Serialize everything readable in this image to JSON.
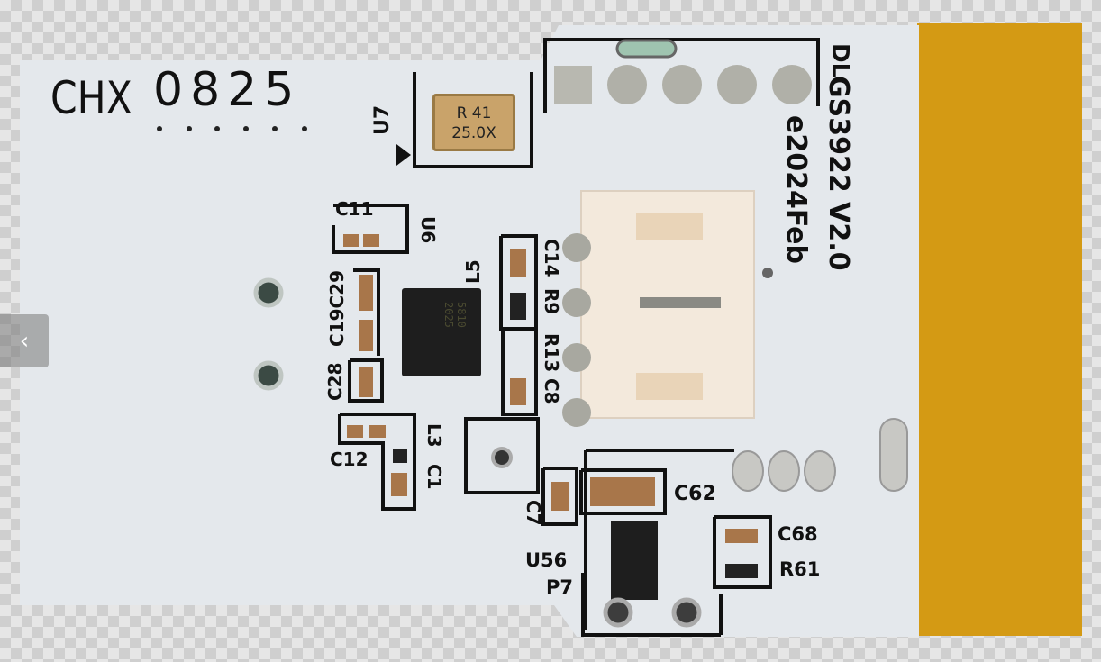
{
  "viewer": {
    "prev_icon": "chevron-left-icon",
    "prev_glyph": "‹"
  },
  "board": {
    "colors": {
      "pcb": "#e4e8ec",
      "gold": "#d49a14",
      "silk": "#111111"
    },
    "batch": "CHX",
    "serial": "0825",
    "model": "GS3922 V2.0",
    "date": "e2024Feb",
    "corner_mark": "DL",
    "crystal": {
      "line1": "R 41",
      "line2": "25.0X"
    },
    "chip_marking": "5810 2025",
    "labels": {
      "u7": "U7",
      "c11": "C11",
      "u6": "U6",
      "c19c29": "C19C29",
      "c28": "C28",
      "l5": "L5",
      "c14": "C14",
      "r9": "R9",
      "r13": "R13",
      "c8": "C8",
      "c12": "C12",
      "l3": "L3",
      "c1": "C1",
      "c62": "C62",
      "c7": "C7",
      "u56": "U56",
      "p7": "P7",
      "c68": "C68",
      "r61": "R61"
    }
  }
}
